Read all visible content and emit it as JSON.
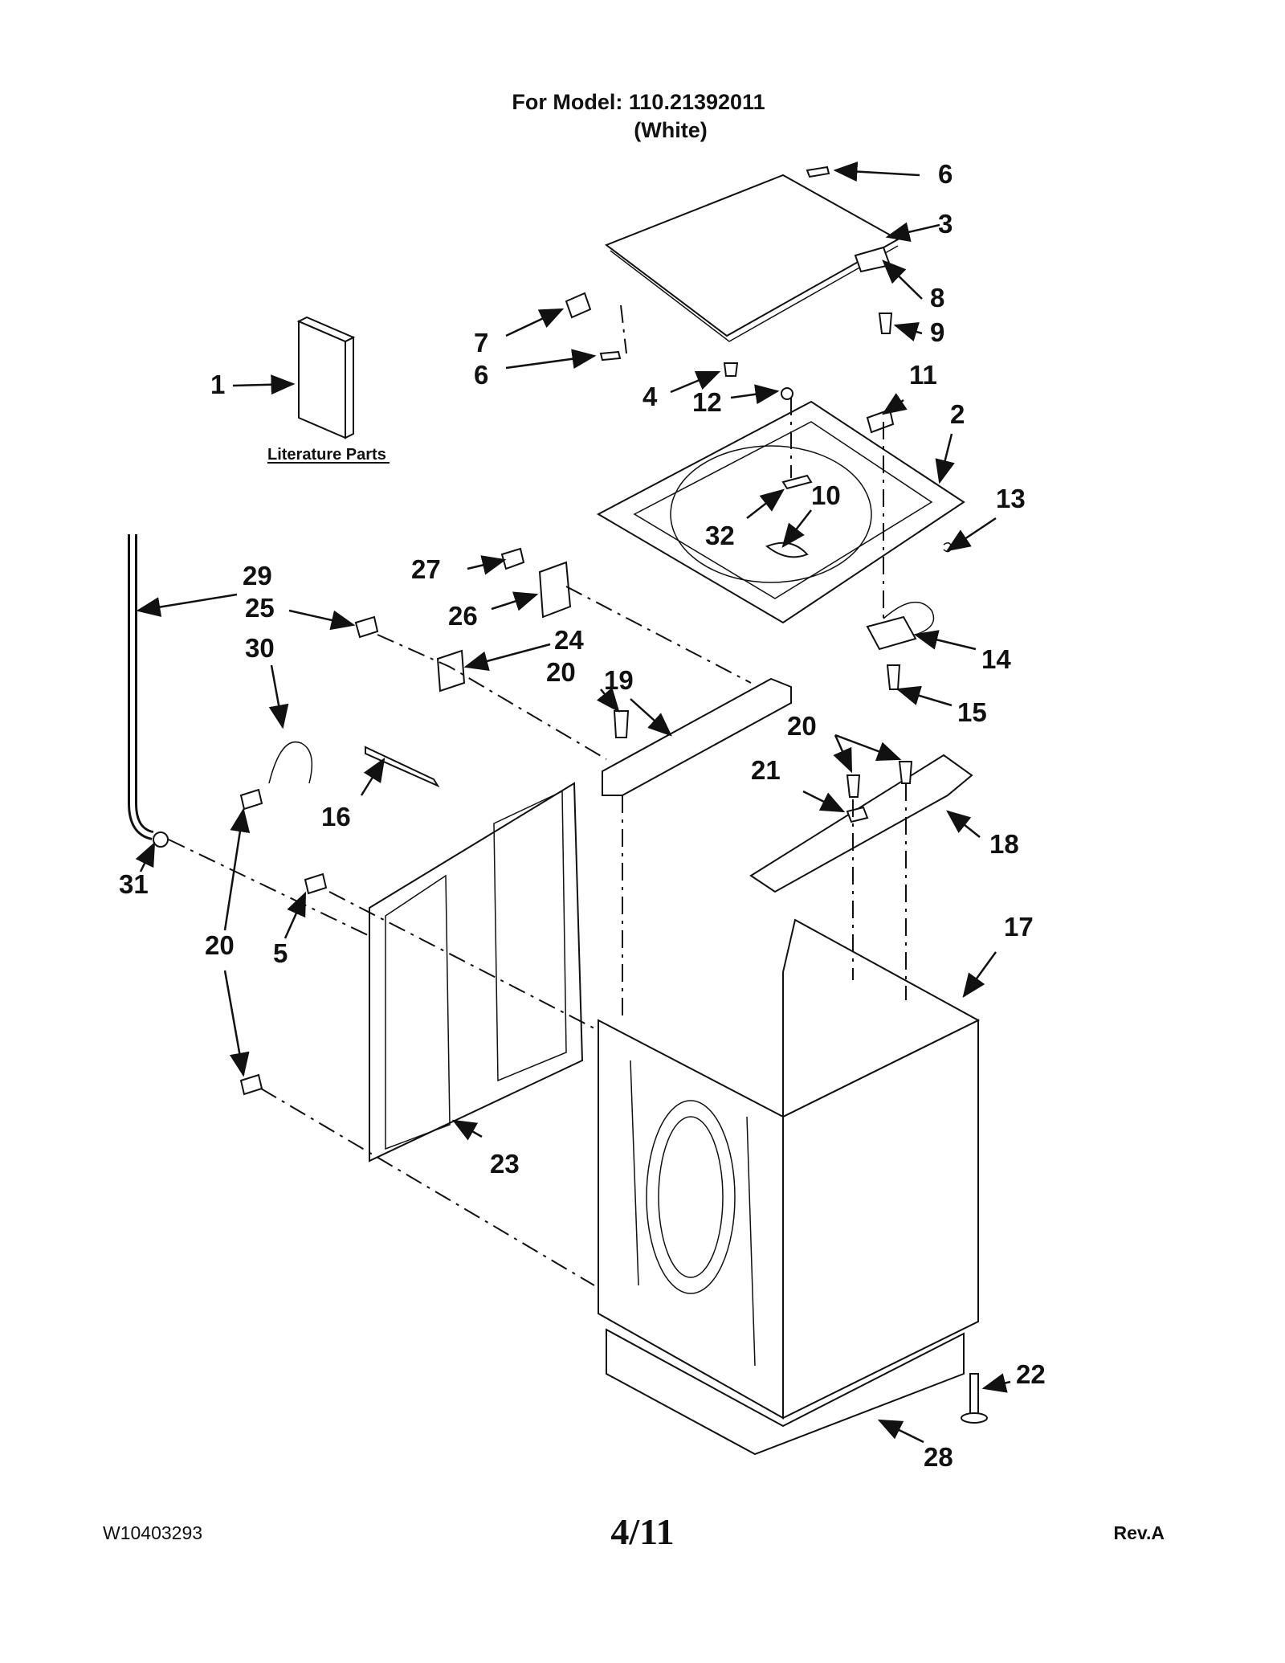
{
  "header": {
    "model_line": "For Model: 110.21392011",
    "color_line": "(White)"
  },
  "literature_label": "Literature Parts",
  "callouts": [
    "1",
    "2",
    "3",
    "4",
    "5",
    "6",
    "6",
    "7",
    "8",
    "9",
    "10",
    "11",
    "12",
    "13",
    "14",
    "15",
    "16",
    "17",
    "18",
    "19",
    "20",
    "20",
    "20",
    "21",
    "22",
    "23",
    "24",
    "25",
    "26",
    "27",
    "28",
    "29",
    "30",
    "31",
    "32"
  ],
  "footer": {
    "doc_number": "W10403293",
    "page": "4/11",
    "revision": "Rev.A"
  }
}
